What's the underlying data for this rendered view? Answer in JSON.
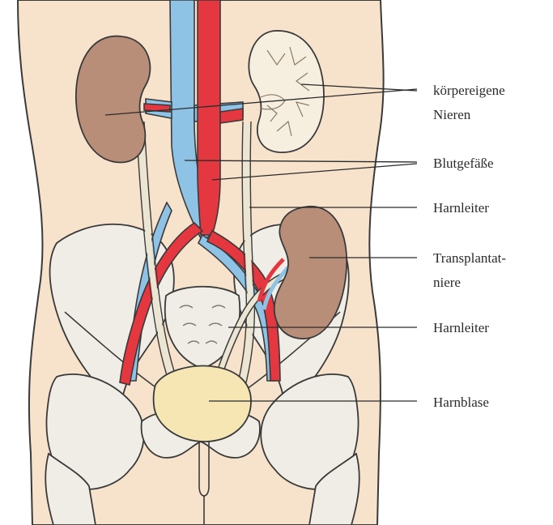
{
  "diagram": {
    "labels": {
      "native_kidneys_line1": "körpereigene",
      "native_kidneys_line2": "Nieren",
      "blood_vessels": "Blutgefäße",
      "ureter_native": "Harnleiter",
      "transplant_kidney_line1": "Transplantat-",
      "transplant_kidney_line2": "niere",
      "ureter_transplant": "Harnleiter",
      "bladder": "Harnblase"
    },
    "colors": {
      "skin": "#f7e2cc",
      "outline": "#3a3a3a",
      "artery": "#e5373f",
      "vein": "#8fc3e6",
      "kidney": "#b88e78",
      "kidney_section": "#f6efe0",
      "bone": "#efede6",
      "ureter": "#ebe6d4",
      "bladder": "#f5e6b4"
    }
  }
}
